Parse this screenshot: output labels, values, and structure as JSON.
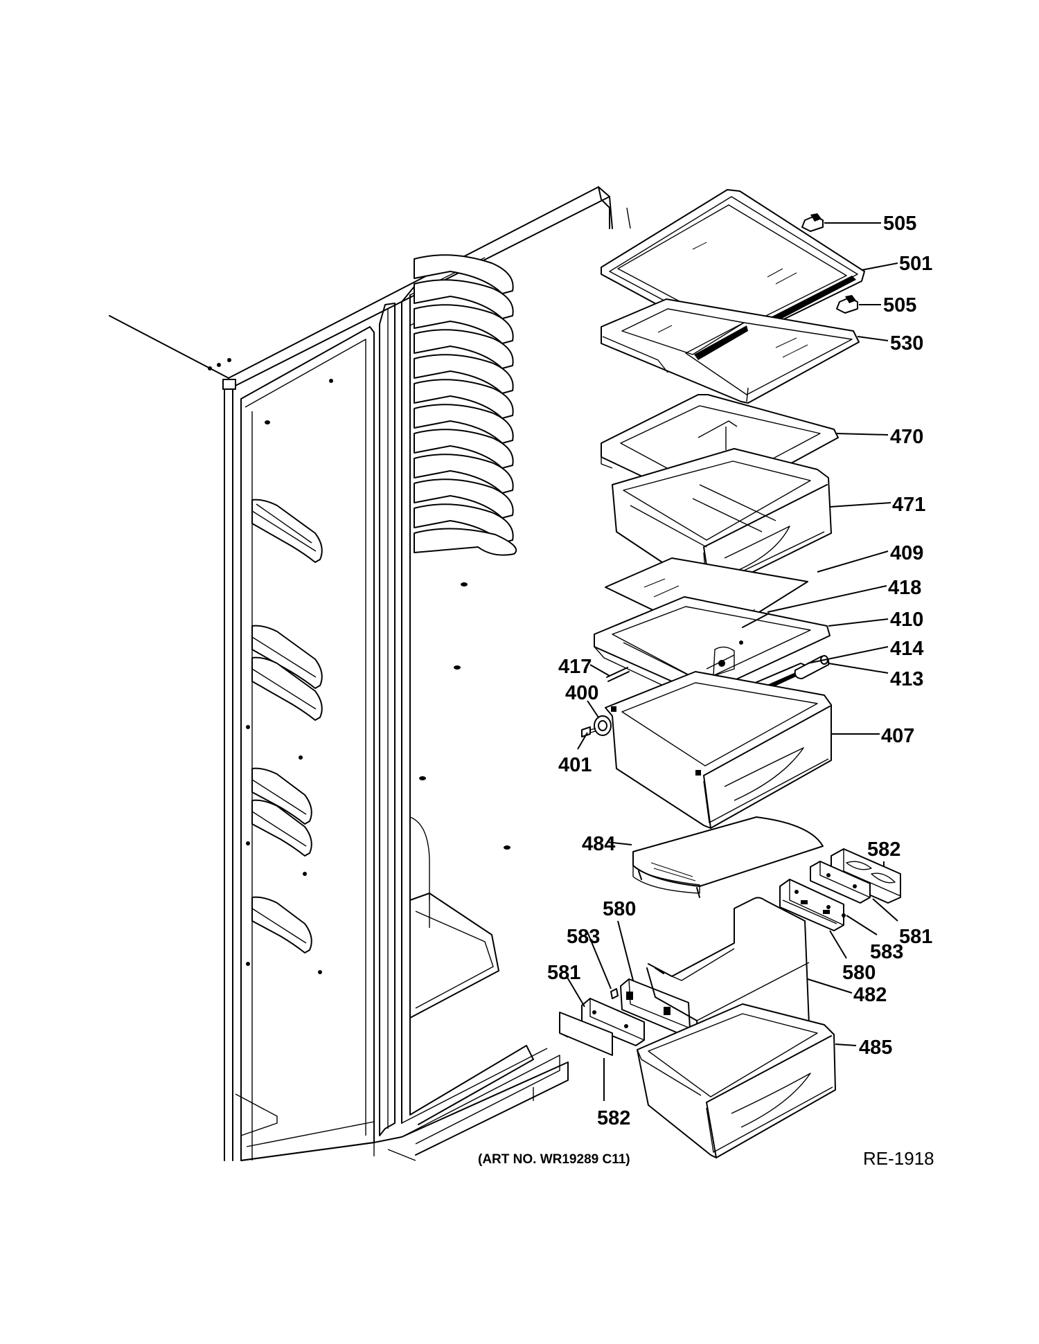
{
  "diagram": {
    "art_number": "(ART NO. WR19289 C11)",
    "reference_code": "RE-1918",
    "parts": [
      {
        "id": "p505a",
        "label": "505",
        "icon": "shelf-clip-icon"
      },
      {
        "id": "p501",
        "label": "501",
        "icon": "glass-shelf-icon"
      },
      {
        "id": "p505b",
        "label": "505",
        "icon": "shelf-clip-icon"
      },
      {
        "id": "p530",
        "label": "530",
        "icon": "glass-shelf-icon"
      },
      {
        "id": "p470",
        "label": "470",
        "icon": "drawer-frame-icon"
      },
      {
        "id": "p471",
        "label": "471",
        "icon": "drawer-pan-icon"
      },
      {
        "id": "p409",
        "label": "409",
        "icon": "glass-panel-icon"
      },
      {
        "id": "p418",
        "label": "418",
        "icon": "rod-icon"
      },
      {
        "id": "p410",
        "label": "410",
        "icon": "drawer-cover-frame-icon"
      },
      {
        "id": "p414",
        "label": "414",
        "icon": "slide-rail-icon"
      },
      {
        "id": "p417",
        "label": "417",
        "icon": "axle-icon"
      },
      {
        "id": "p413",
        "label": "413",
        "icon": "roller-icon"
      },
      {
        "id": "p400",
        "label": "400",
        "icon": "wheel-icon"
      },
      {
        "id": "p407",
        "label": "407",
        "icon": "drawer-pan-icon"
      },
      {
        "id": "p401",
        "label": "401",
        "icon": "screw-icon"
      },
      {
        "id": "p484",
        "label": "484",
        "icon": "drawer-cover-icon"
      },
      {
        "id": "p582a",
        "label": "582",
        "icon": "bracket-cover-icon"
      },
      {
        "id": "p580a",
        "label": "580",
        "icon": "bracket-icon"
      },
      {
        "id": "p581a",
        "label": "581",
        "icon": "bracket-icon"
      },
      {
        "id": "p583a",
        "label": "583",
        "icon": "screw-icon"
      },
      {
        "id": "p581b",
        "label": "581",
        "icon": "bracket-icon"
      },
      {
        "id": "p583b",
        "label": "583",
        "icon": "screw-icon"
      },
      {
        "id": "p580b",
        "label": "580",
        "icon": "bracket-icon"
      },
      {
        "id": "p482",
        "label": "482",
        "icon": "wire-basket-icon"
      },
      {
        "id": "p485",
        "label": "485",
        "icon": "drawer-pan-icon"
      },
      {
        "id": "p582b",
        "label": "582",
        "icon": "bracket-cover-icon"
      }
    ]
  }
}
